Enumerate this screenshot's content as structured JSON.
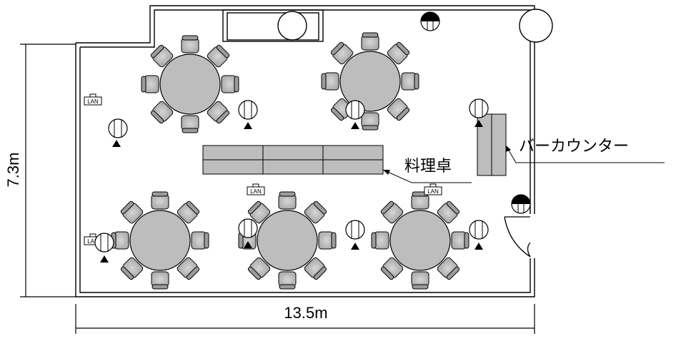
{
  "dimensions": {
    "width_label": "13.5m",
    "height_label": "7.3m"
  },
  "labels": {
    "bar_counter": "バーカウンター",
    "cooking_table": "料理卓"
  },
  "icons": {
    "lan_outlet": "LAN",
    "outlet": "outlet-icon",
    "spotlight": "spotlight-icon",
    "speaker": "speaker-icon"
  },
  "colors": {
    "wall": "#000000",
    "furniture_fill": "#bdbdbd",
    "furniture_stroke": "#000000",
    "background": "#ffffff"
  }
}
